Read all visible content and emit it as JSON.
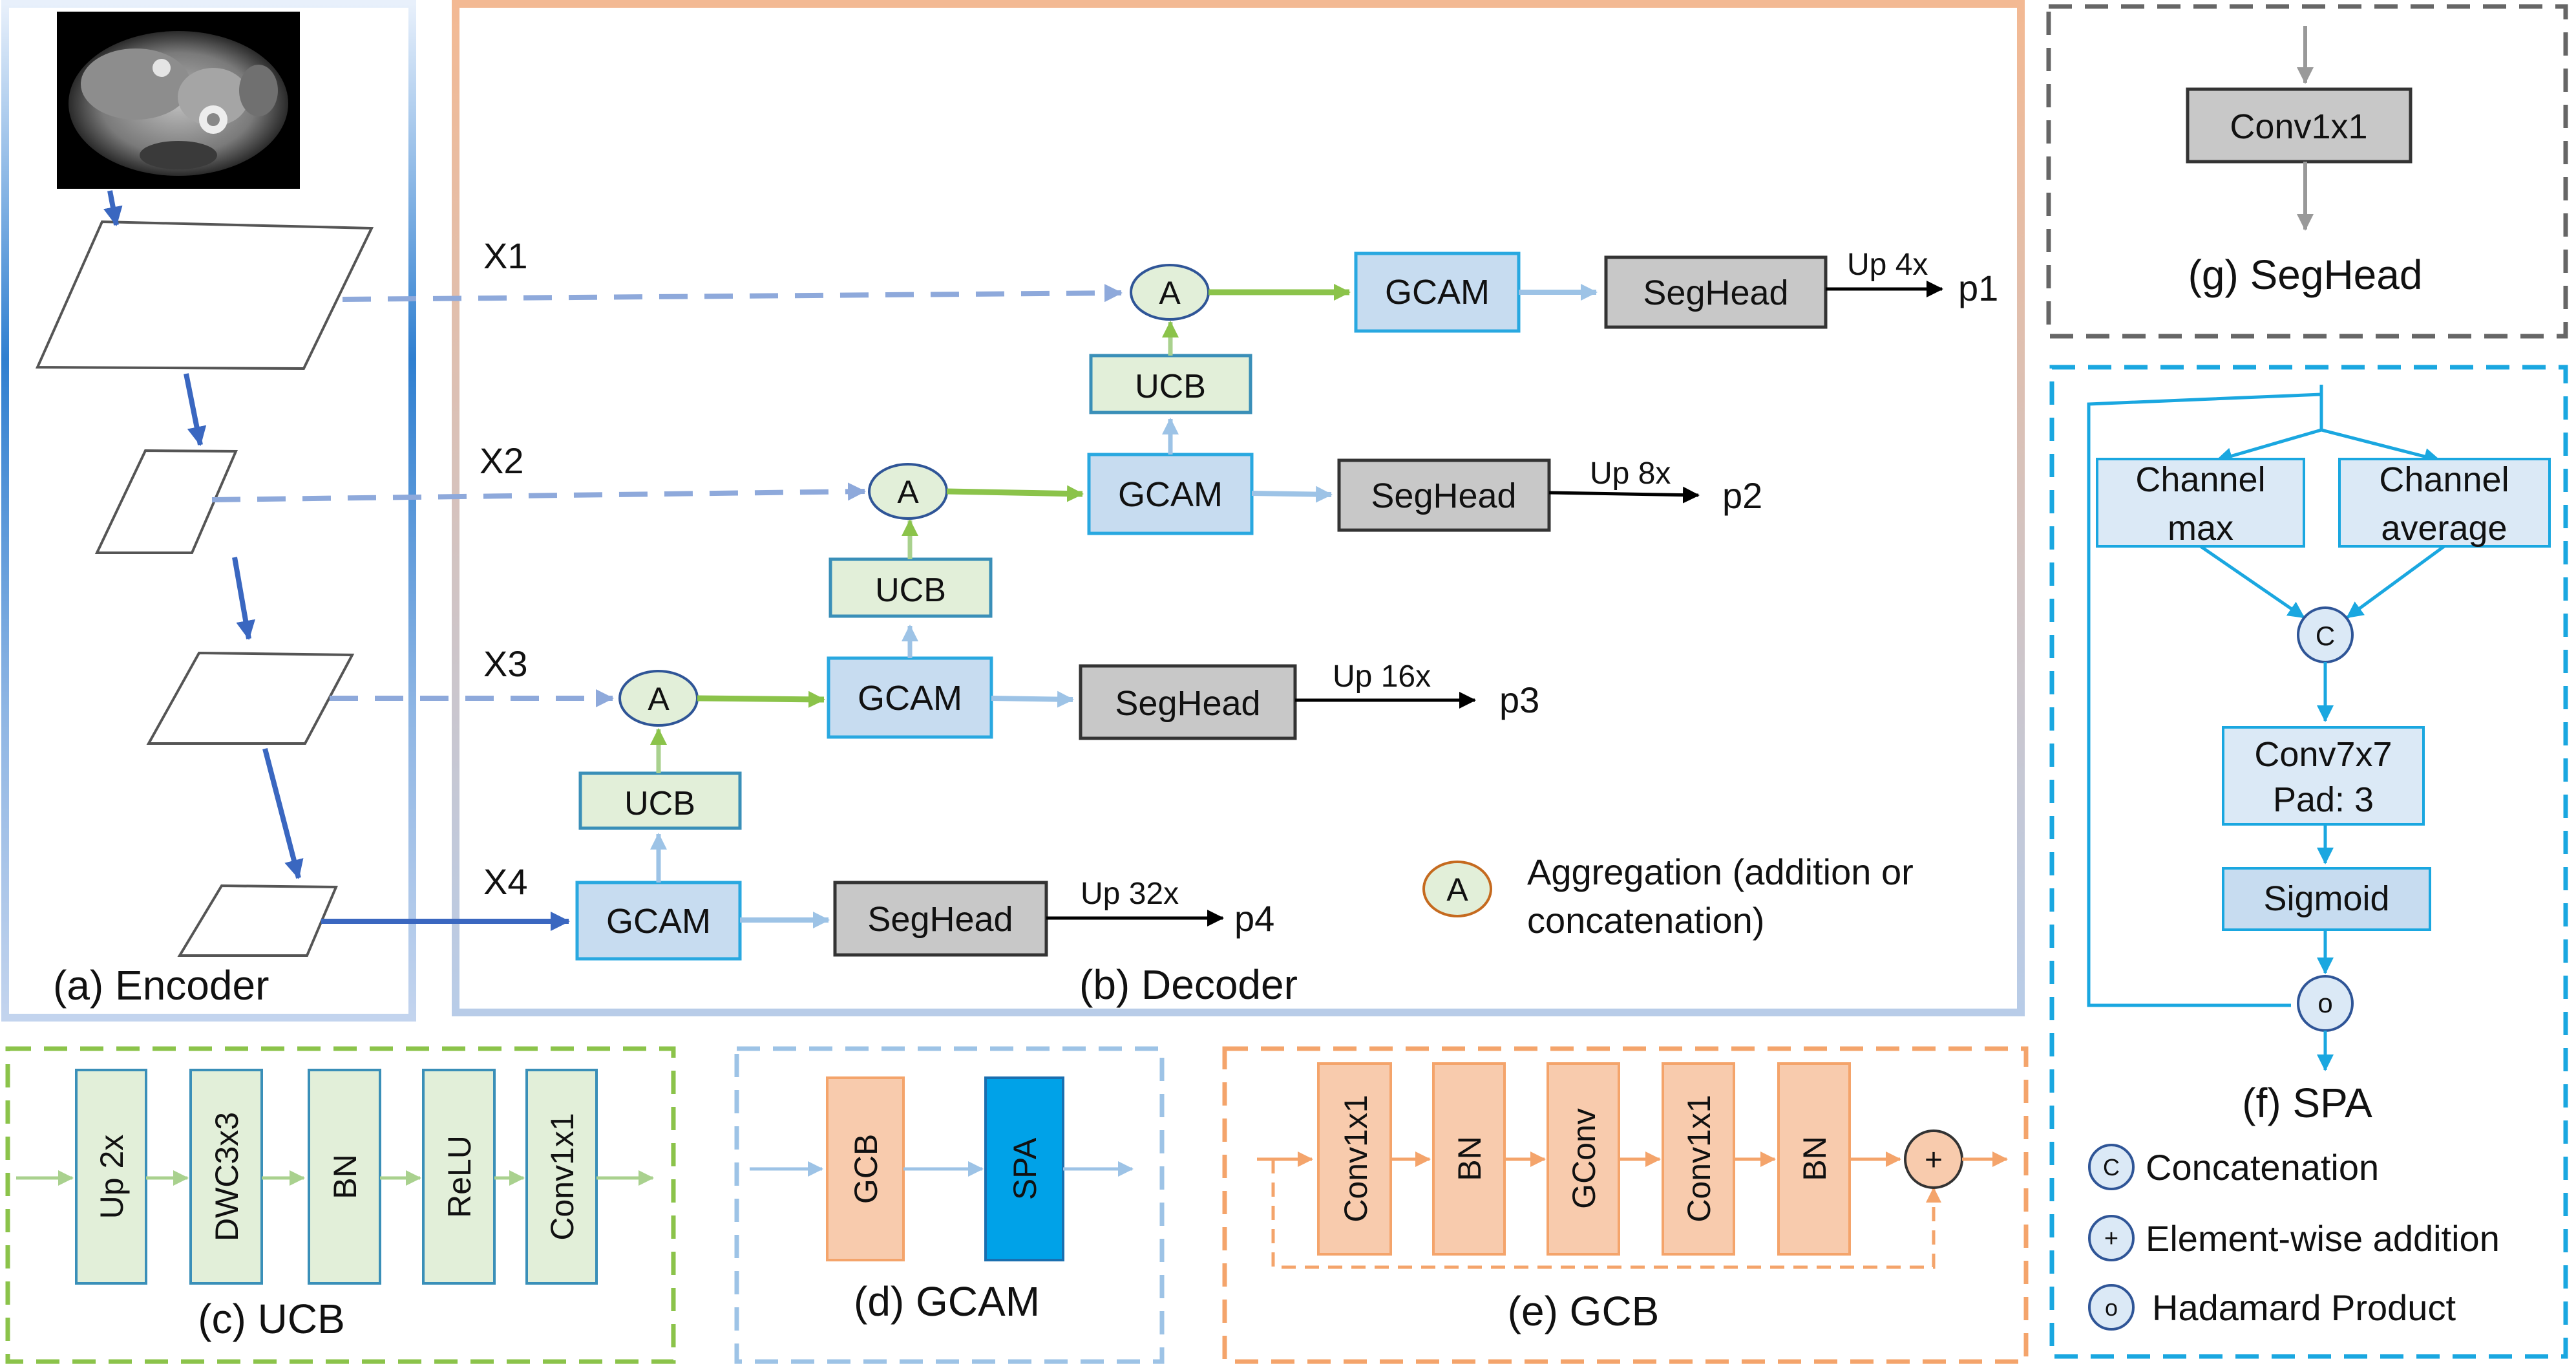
{
  "encoder": {
    "caption": "(a) Encoder",
    "image_alt": "Abdominal CT slice"
  },
  "decoder": {
    "caption": "(b) Decoder",
    "skip_labels": [
      "X1",
      "X2",
      "X3",
      "X4"
    ],
    "aggregation_symbol": "A",
    "ucb_label": "UCB",
    "gcam_label": "GCAM",
    "seghead_label": "SegHead",
    "upsample_labels": [
      "Up 4x",
      "Up 8x",
      "Up 16x",
      "Up 32x"
    ],
    "outputs": [
      "p1",
      "p2",
      "p3",
      "p4"
    ],
    "legend_line1": "Aggregation (addition or",
    "legend_line2": "concatenation)"
  },
  "seghead_panel": {
    "caption": "(g) SegHead",
    "block": "Conv1x1"
  },
  "spa_panel": {
    "caption": "(f) SPA",
    "channel_max_l1": "Channel",
    "channel_max_l2": "max",
    "channel_avg_l1": "Channel",
    "channel_avg_l2": "average",
    "concat_symbol": "C",
    "conv_l1": "Conv7x7",
    "conv_l2": "Pad: 3",
    "sigmoid": "Sigmoid",
    "hadamard_symbol": "o"
  },
  "legend": {
    "concat_symbol": "C",
    "concat_label": "Concatenation",
    "add_symbol": "+",
    "add_label": "Element-wise addition",
    "hadamard_symbol": "o",
    "hadamard_label": "Hadamard Product"
  },
  "ucb_panel": {
    "caption": "(c) UCB",
    "blocks": [
      "Up 2x",
      "DWC3x3",
      "BN",
      "ReLU",
      "Conv1x1"
    ]
  },
  "gcam_panel": {
    "caption": "(d) GCAM",
    "blocks": [
      "GCB",
      "SPA"
    ]
  },
  "gcb_panel": {
    "caption": "(e) GCB",
    "blocks": [
      "Conv1x1",
      "BN",
      "GConv",
      "Conv1x1",
      "BN"
    ],
    "add_symbol": "+"
  },
  "colors": {
    "green_border": "#8bc34a",
    "green_fill": "#e2efd9",
    "blue_fill": "#c7dcf0",
    "blue_border": "#29a8e0",
    "gray_fill": "#c8c8c8",
    "orange_fill": "#f8cbad",
    "orange_border": "#f4a46b",
    "spa_fill": "#00a2e8",
    "encoder_arrow": "#3a67c0",
    "skip_dash": "#8ea9db",
    "dark_dash": "#666666",
    "spa_panel_border": "#1aa7e0"
  }
}
